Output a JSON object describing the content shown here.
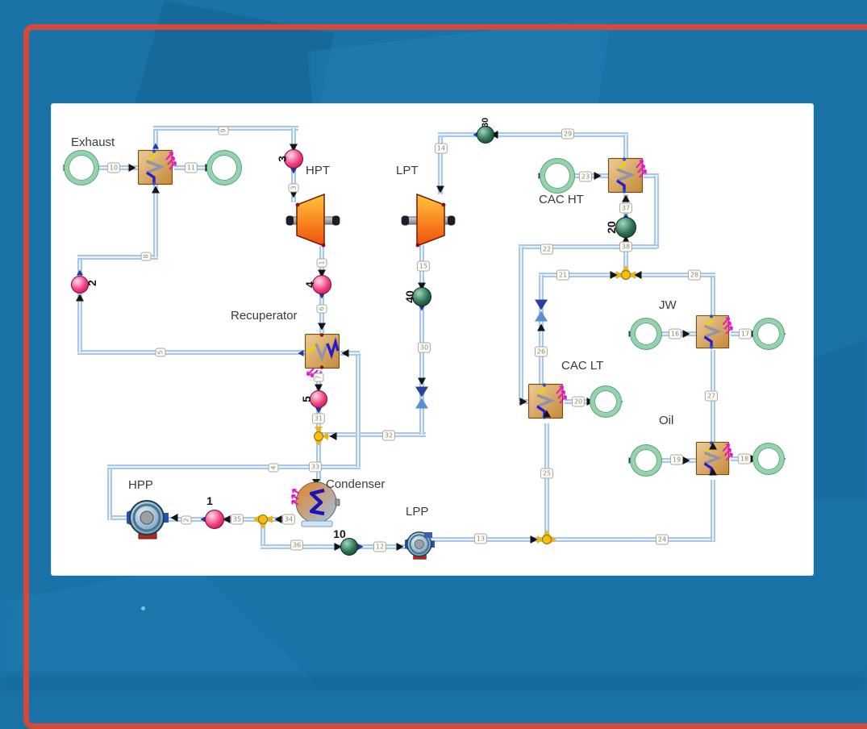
{
  "app": {
    "background_color": "#1a72a7",
    "frame_color": "#d34a38",
    "canvas_color": "#ffffff"
  },
  "components": {
    "exhaust": {
      "label": "Exhaust",
      "type": "heat-exchanger"
    },
    "hpt": {
      "label": "HPT",
      "type": "turbine"
    },
    "lpt": {
      "label": "LPT",
      "type": "turbine"
    },
    "recuperator": {
      "label": "Recuperator",
      "type": "heat-exchanger"
    },
    "condenser": {
      "label": "Condenser",
      "type": "condenser"
    },
    "hpp": {
      "label": "HPP",
      "type": "pump"
    },
    "lpp": {
      "label": "LPP",
      "type": "pump"
    },
    "cac_ht": {
      "label": "CAC HT",
      "type": "heat-exchanger"
    },
    "cac_lt": {
      "label": "CAC LT",
      "type": "heat-exchanger"
    },
    "jw": {
      "label": "JW",
      "type": "heat-exchanger"
    },
    "oil": {
      "label": "Oil",
      "type": "heat-exchanger"
    }
  },
  "nodes": {
    "n1": "1",
    "n2": "2",
    "n3": "3",
    "n4": "4",
    "n5": "5",
    "n10": "10",
    "n20": "20",
    "n30": "30",
    "n40": "40"
  },
  "streams": {
    "s1": "1",
    "s2": "2",
    "s3": "3",
    "s4": "4",
    "s5": "5",
    "s6": "6",
    "s7": "7",
    "s8": "8",
    "s9": "9",
    "s10": "10",
    "s11": "11",
    "s12": "12",
    "s13": "13",
    "s14": "14",
    "s15": "15",
    "s16": "16",
    "s17": "17",
    "s18": "18",
    "s19": "19",
    "s20": "20",
    "s21": "21",
    "s22": "22",
    "s23": "23",
    "s24": "24",
    "s25": "25",
    "s26": "26",
    "s27": "27",
    "s28": "28",
    "s29": "29",
    "s30": "30",
    "s31": "31",
    "s32": "32",
    "s33": "33",
    "s34": "34",
    "s35": "35",
    "s36": "36",
    "s37": "37",
    "s38": "38"
  },
  "colors": {
    "pipe": "#a9c7e6",
    "node_pink": "#e8407a",
    "node_green": "#2c6e4f",
    "junction_yellow": "#ecb50e",
    "hx_body": "#d8a35f",
    "turbine_orange": "#f97316",
    "heat_arrow_magenta": "#e316c9",
    "valve_blue": "#2b4fae",
    "port_circle_green": "#94d3ab"
  }
}
